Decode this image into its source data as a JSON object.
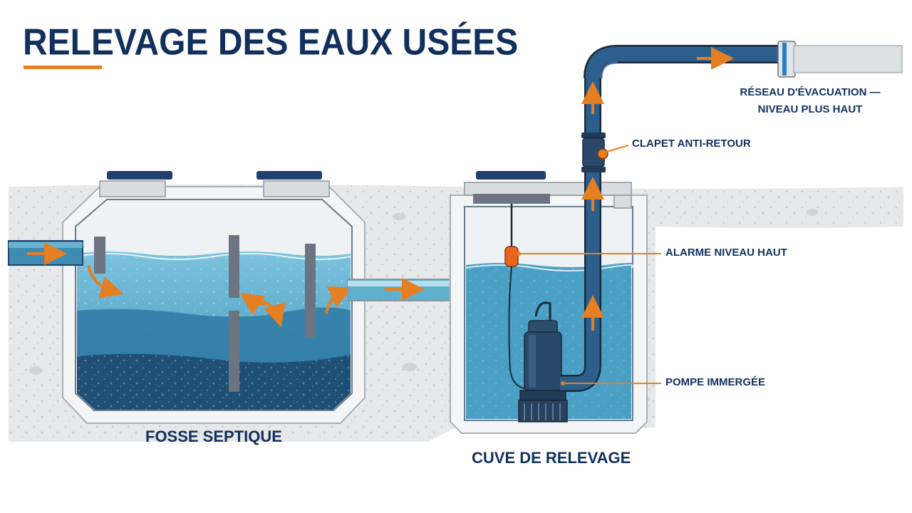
{
  "title": "RELEVAGE DES EAUX USÉES",
  "labels": {
    "septic_tank": "FOSSE SEPTIQUE",
    "lift_tank": "CUVE DE RELEVAGE",
    "network_line1": "RÉSEAU D'ÉVACUATION —",
    "network_line2": "NIVEAU PLUS HAUT",
    "check_valve": "CLAPET ANTI-RETOUR",
    "high_level_alarm": "ALARME NIVEAU HAUT",
    "submersible_pump": "POMPE IMMERGÉE"
  },
  "colors": {
    "navy": "#12305e",
    "accent_orange": "#e67e22",
    "water_light": "#5fb0cf",
    "water_mid": "#3d8db3",
    "sludge": "#1f4f75",
    "concrete": "#e6e8ea"
  },
  "icons": [
    "flow-arrow-icon",
    "float-switch-icon",
    "submersible-pump-icon",
    "check-valve-icon"
  ]
}
